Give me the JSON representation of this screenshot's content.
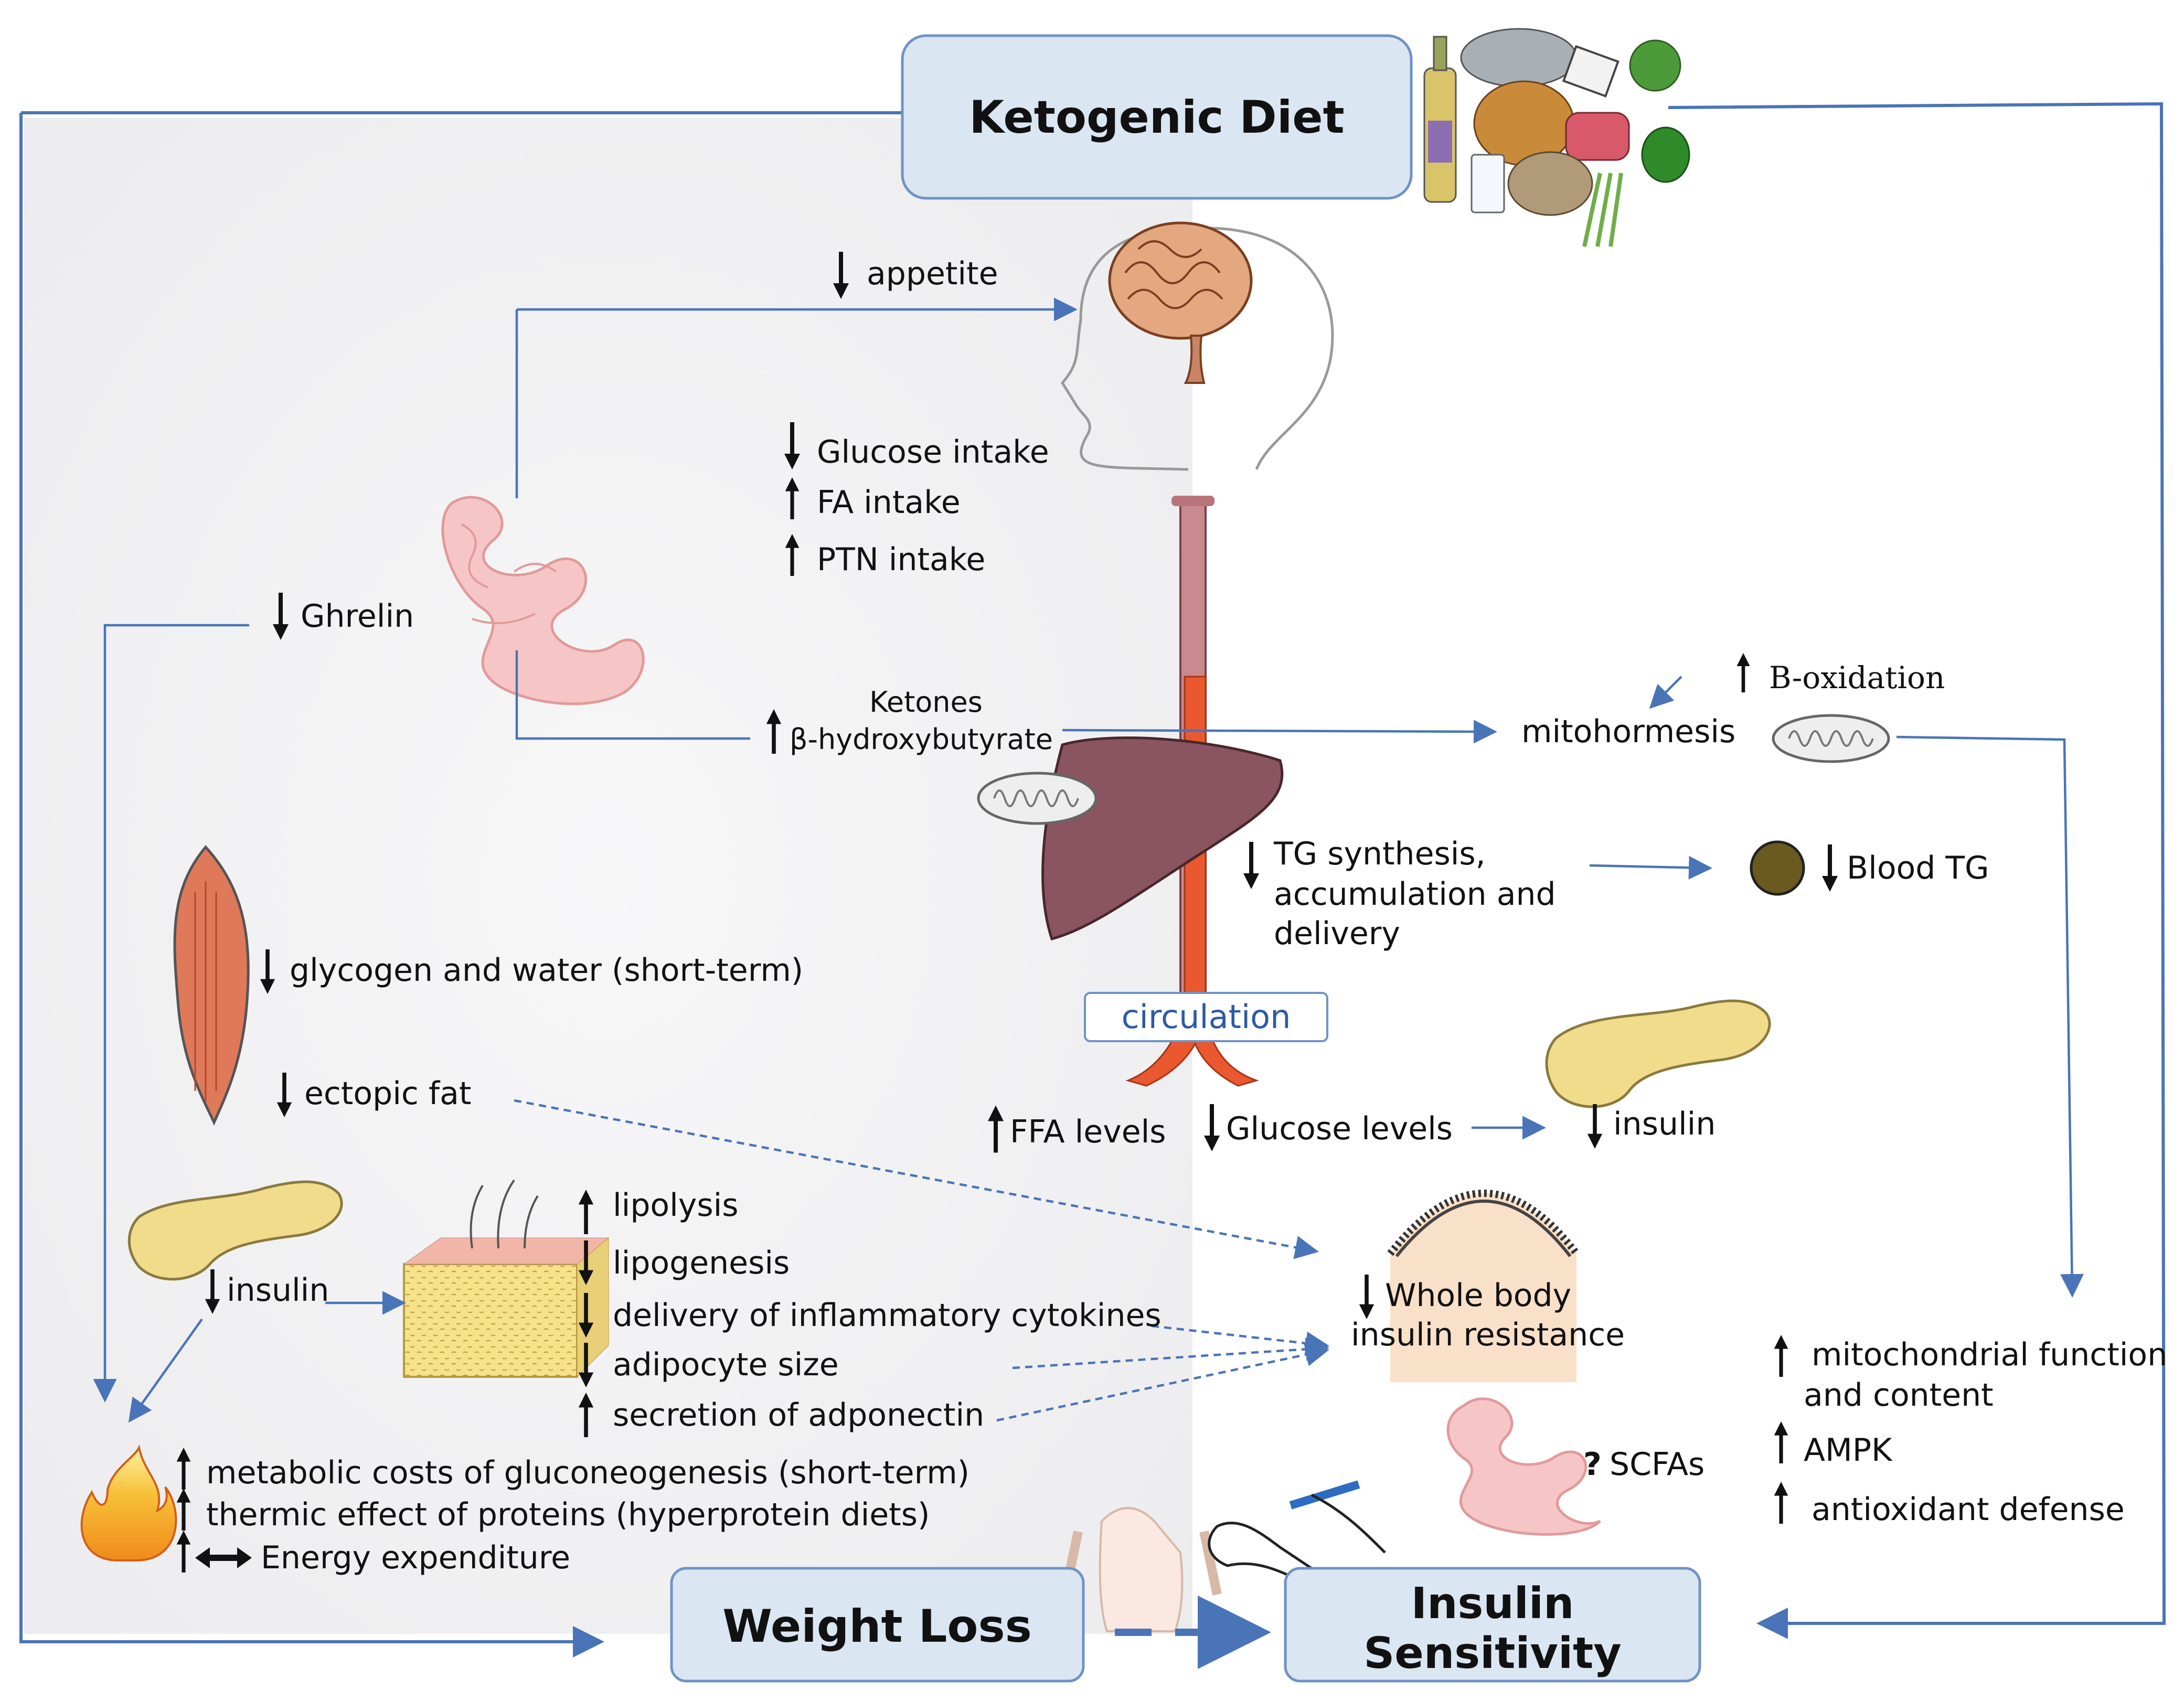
{
  "colors": {
    "connector": "#4a74b8",
    "box_fill": "#dbe6f3",
    "box_stroke": "#6f93c6",
    "left_panel": "#f3f3f4",
    "arrow_text": "#111111"
  },
  "boxes": {
    "diet": "Ketogenic Diet",
    "weight_loss": "Weight Loss",
    "insulin_sensitivity_line1": "Insulin",
    "insulin_sensitivity_line2": "Sensitivity",
    "circulation": "circulation"
  },
  "brain": {
    "appetite": "appetite"
  },
  "intake": {
    "glucose": "Glucose intake",
    "fa": "FA intake",
    "ptn": "PTN intake"
  },
  "gut": {
    "ghrelin": "Ghrelin"
  },
  "ketones": {
    "title": "Ketones",
    "compound": "β-hydroxybutyrate"
  },
  "mito": {
    "mitohormesis": "mitohormesis",
    "b_oxidation": "B-oxidation"
  },
  "liver": {
    "tg_line1": "TG synthesis,",
    "tg_line2": "accumulation and",
    "tg_line3": "delivery",
    "blood_tg": "Blood TG"
  },
  "muscle": {
    "glycogen": "glycogen and water (short-term)",
    "ectopic": "ectopic fat"
  },
  "circulation": {
    "ffa": "FFA levels",
    "glucose": "Glucose levels",
    "insulin": "insulin"
  },
  "adipose": {
    "insulin": "insulin",
    "lipolysis": "lipolysis",
    "lipogenesis": "lipogenesis",
    "cytokines": "delivery of inflammatory cytokines",
    "adipocyte": "adipocyte size",
    "adiponectin": "secretion of adponectin"
  },
  "cell": {
    "line1": "Whole body",
    "line2": "insulin resistance"
  },
  "right_effects": {
    "mito_line1": "mitochondrial function",
    "mito_line2": "and content",
    "ampk": "AMPK",
    "antioxidant": "antioxidant defense"
  },
  "scfa": {
    "mark": "?",
    "label": "SCFAs"
  },
  "energy": {
    "gluconeo": "metabolic costs of gluconeogenesis (short-term)",
    "thermic": "thermic effect of proteins (hyperprotein diets)",
    "expenditure": "Energy expenditure"
  },
  "icons": [
    "brain-icon",
    "head-silhouette-icon",
    "esophagus-aorta-icon",
    "liver-icon",
    "intestine-icon",
    "mitochondrion-icon",
    "lipoprotein-icon",
    "pancreas-icon",
    "muscle-icon",
    "adipose-tissue-icon",
    "cell-membrane-icon",
    "fire-icon",
    "body-silhouette-icon",
    "glucose-test-hand-icon",
    "food-group-icon"
  ]
}
